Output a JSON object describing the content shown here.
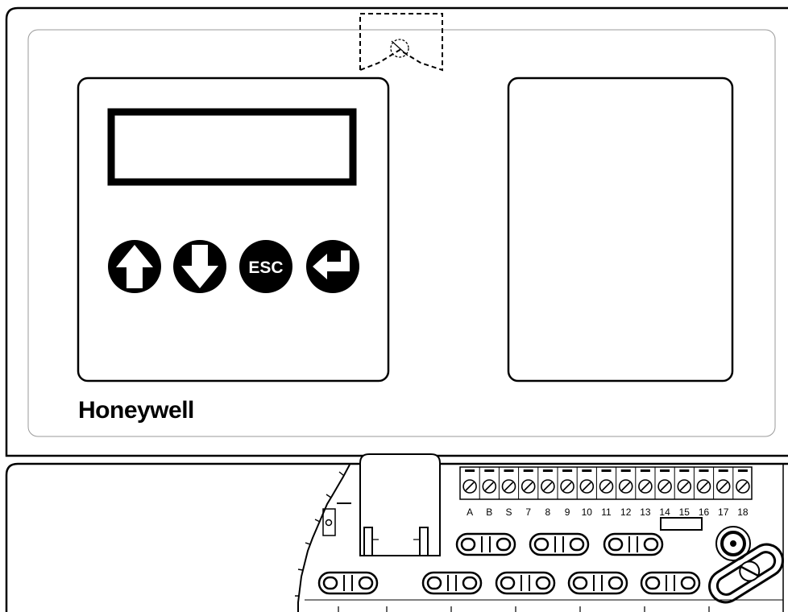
{
  "brand": {
    "logo_text": "Honeywell"
  },
  "keypad": {
    "buttons": [
      {
        "id": "up",
        "icon": "arrow-up-icon",
        "label": ""
      },
      {
        "id": "down",
        "icon": "arrow-down-icon",
        "label": ""
      },
      {
        "id": "esc",
        "icon": "esc-icon",
        "label": "ESC"
      },
      {
        "id": "enter",
        "icon": "enter-return-icon",
        "label": ""
      }
    ]
  },
  "terminals": {
    "labels": [
      "A",
      "B",
      "S",
      "7",
      "8",
      "9",
      "10",
      "11",
      "12",
      "13",
      "14",
      "15",
      "16",
      "17",
      "18"
    ]
  },
  "colors": {
    "line": "#000000",
    "background": "#ffffff",
    "inner_border": "#9a9a9a"
  }
}
